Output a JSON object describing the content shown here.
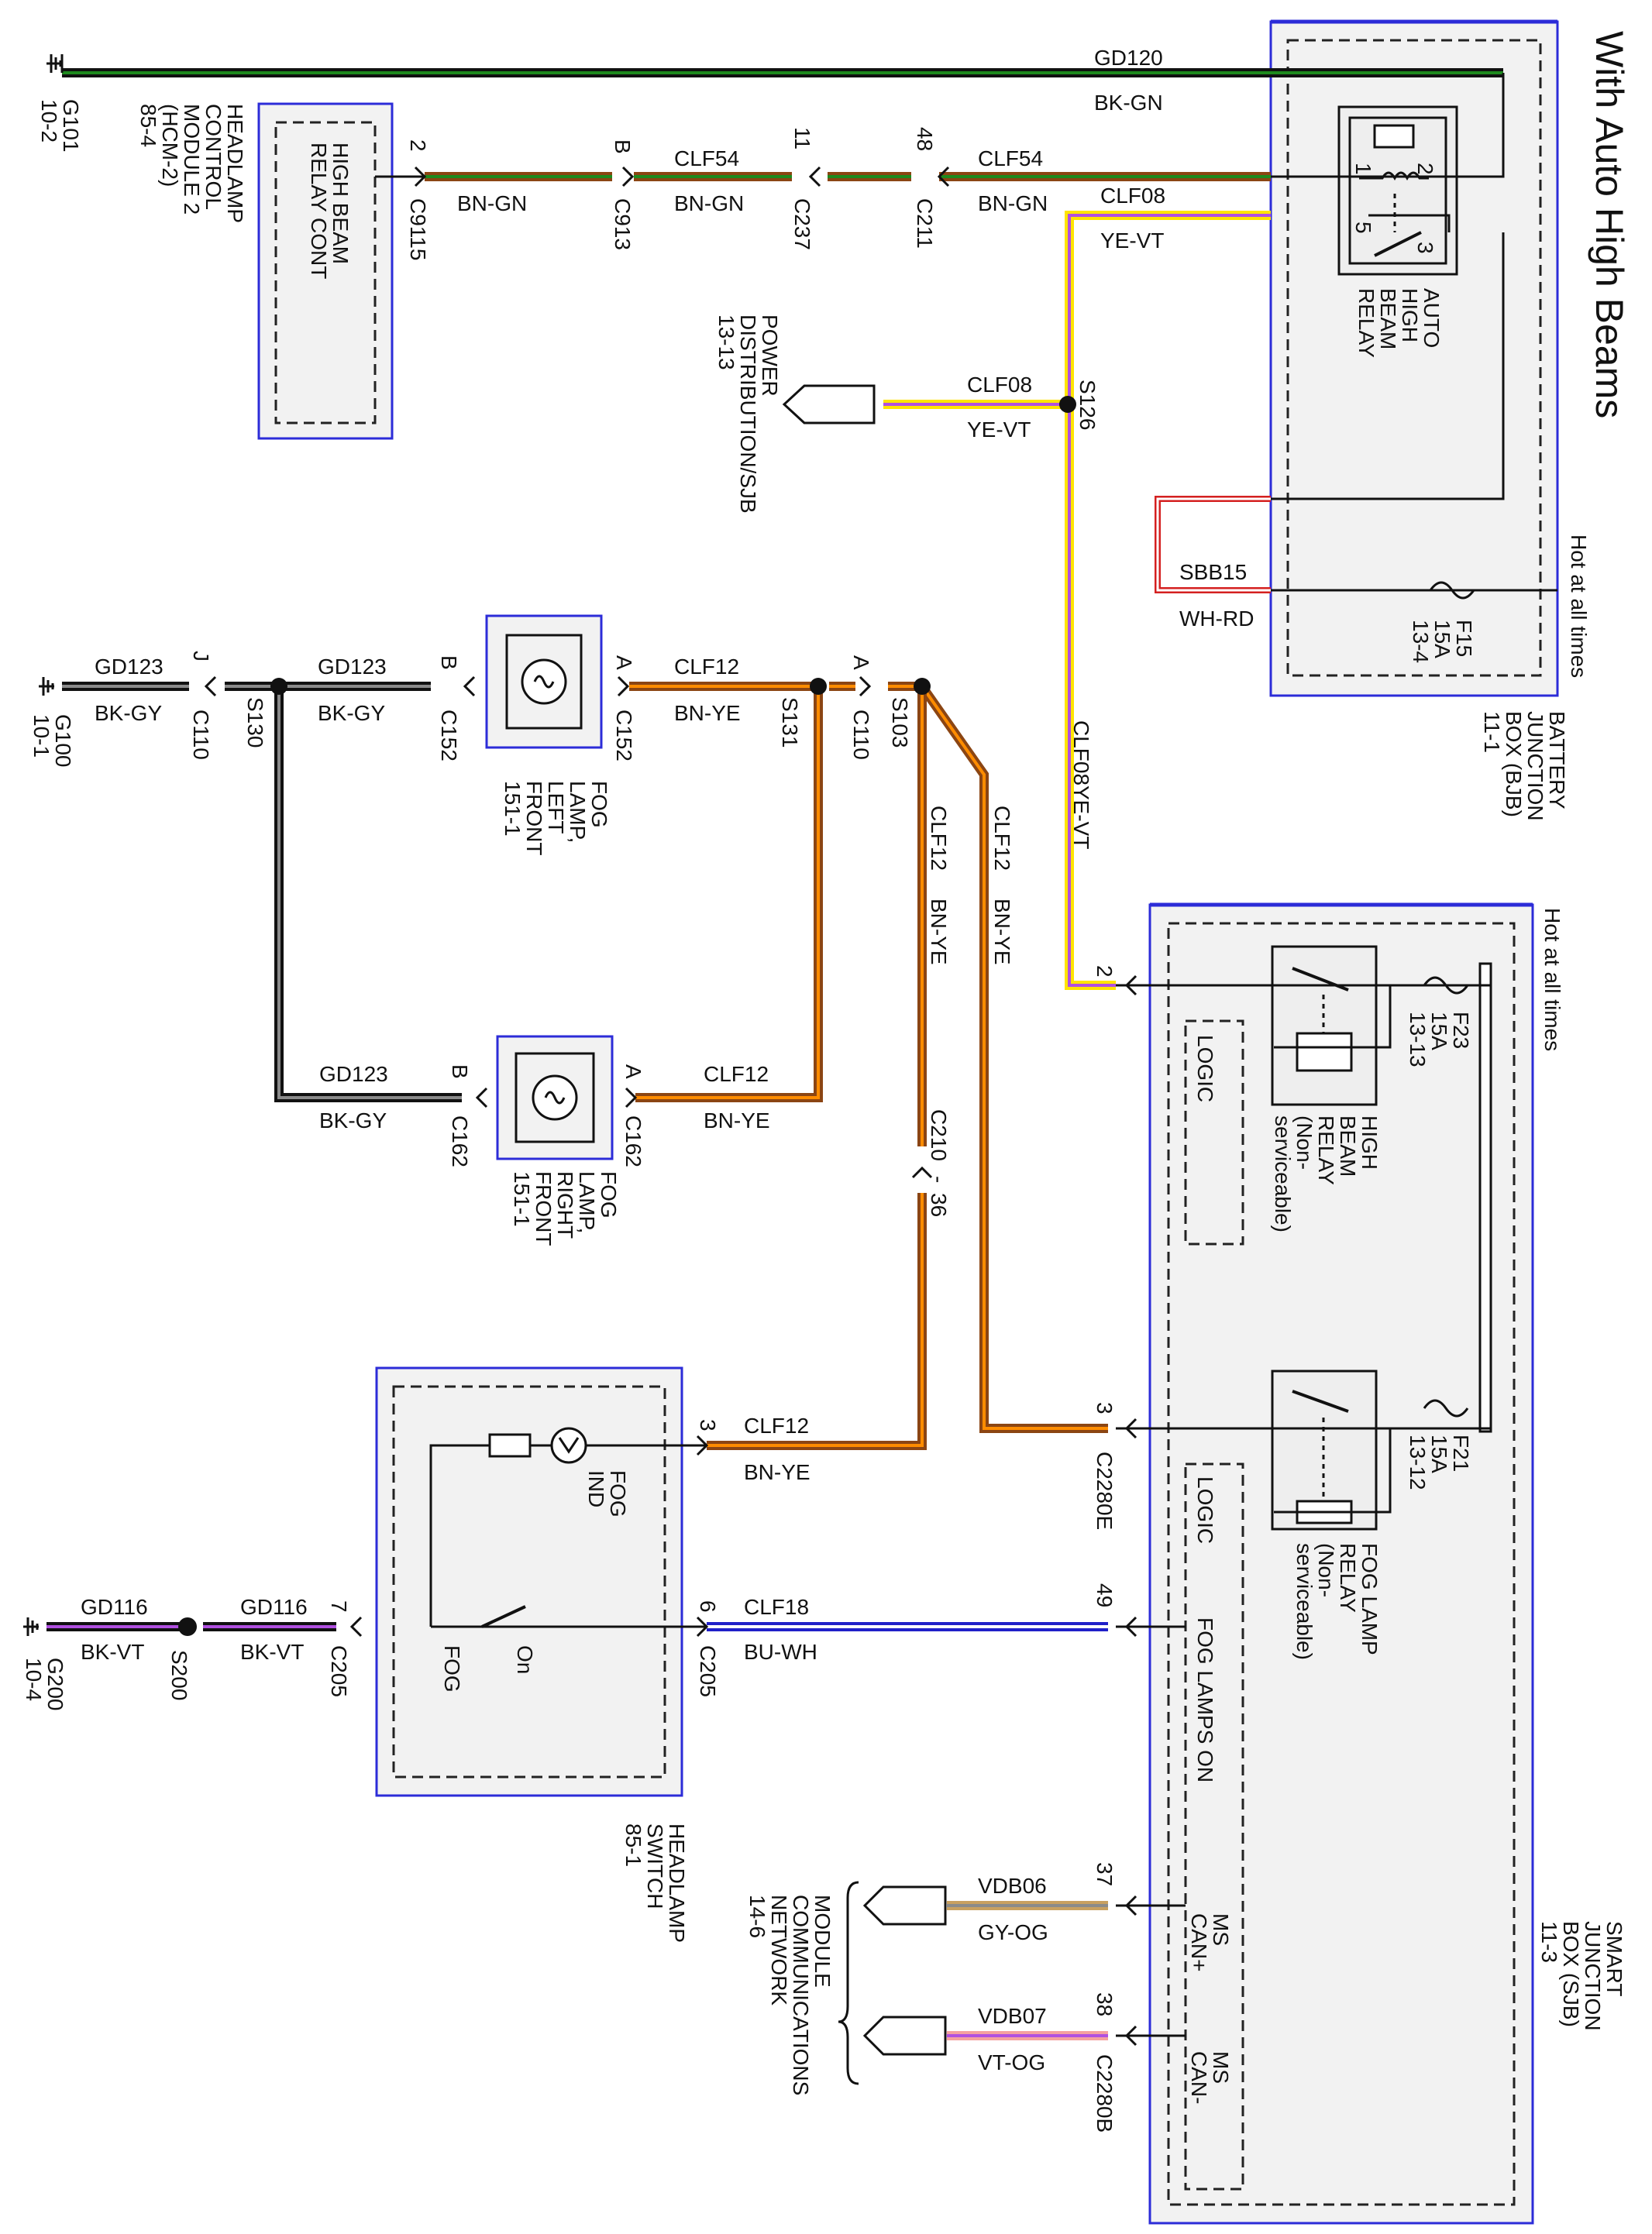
{
  "title": "With Auto High Beams",
  "hot_at_all_times": "Hot at all times",
  "grounds": {
    "g101": [
      "G101",
      "10-2"
    ],
    "g100": [
      "G100",
      "10-1"
    ],
    "g200": [
      "G200",
      "10-4"
    ]
  },
  "modules": {
    "hcm2": [
      "HEADLAMP",
      "CONTROL",
      "MODULE 2",
      "(HCM-2)",
      "85-4"
    ],
    "hcm2_inner": [
      "HIGH BEAM",
      "RELAY CONT"
    ],
    "bjb": [
      "BATTERY",
      "JUNCTION",
      "BOX (BJB)",
      "11-1"
    ],
    "sjb": [
      "SMART",
      "JUNCTION",
      "BOX (SJB)",
      "11-3"
    ],
    "power_dist": [
      "POWER",
      "DISTRIBUTION/SJB",
      "13-13"
    ],
    "headlamp_switch": [
      "HEADLAMP",
      "SWITCH",
      "85-1"
    ],
    "mcn": [
      "MODULE",
      "COMMUNICATIONS",
      "NETWORK",
      "14-6"
    ],
    "fog_left": [
      "FOG",
      "LAMP,",
      "LEFT",
      "FRONT",
      "151-1"
    ],
    "fog_right": [
      "FOG",
      "LAMP,",
      "RIGHT",
      "FRONT",
      "151-1"
    ],
    "auto_relay": [
      "AUTO",
      "HIGH",
      "BEAM",
      "RELAY"
    ],
    "hb_relay": [
      "HIGH",
      "BEAM",
      "RELAY",
      "(Non-",
      "serviceable)"
    ],
    "fog_relay": [
      "FOG LAMP",
      "RELAY",
      "(Non-",
      "serviceable)"
    ]
  },
  "fuses": {
    "f15": [
      "F15",
      "15A",
      "13-4"
    ],
    "f23": [
      "F23",
      "15A",
      "13-13"
    ],
    "f21": [
      "F21",
      "15A",
      "13-12"
    ]
  },
  "logic": "LOGIC",
  "fog_lamps_on": "FOG LAMPS ON",
  "ms_can_plus": [
    "MS",
    "CAN+"
  ],
  "ms_can_minus": [
    "MS",
    "CAN-"
  ],
  "switch_labels": {
    "fog_ind": [
      "FOG",
      "IND"
    ],
    "fog": "FOG",
    "on": "On"
  },
  "circuits": {
    "gd120": {
      "id": "GD120",
      "color": "BK-GN"
    },
    "clf54": {
      "id": "CLF54",
      "color": "BN-GN"
    },
    "clf08": {
      "id": "CLF08",
      "color": "YE-VT"
    },
    "sbb15": {
      "id": "SBB15",
      "color": "WH-RD"
    },
    "gd123": {
      "id": "GD123",
      "color": "BK-GY"
    },
    "clf12": {
      "id": "CLF12",
      "color": "BN-YE"
    },
    "gd116": {
      "id": "GD116",
      "color": "BK-VT"
    },
    "clf18": {
      "id": "CLF18",
      "color": "BU-WH"
    },
    "vdb06": {
      "id": "VDB06",
      "color": "GY-OG"
    },
    "vdb07": {
      "id": "VDB07",
      "color": "VT-OG"
    }
  },
  "connectors": {
    "c9115": "C9115",
    "pin_2": "2",
    "c913": "C913",
    "pin_b": "B",
    "c237": "C237",
    "pin_11": "11",
    "c211": "C211",
    "pin_48": "48",
    "s126": "S126",
    "s130": "S130",
    "s131": "S131",
    "s103": "S103",
    "s200": "S200",
    "c110": "C110",
    "pin_j": "J",
    "pin_a": "A",
    "c152": "C152",
    "c162": "C162",
    "c210": "C210",
    "c210_pin": "36",
    "dash": "-",
    "c2280e": "C2280E",
    "pin_3": "3",
    "c205": "C205",
    "pin_7": "7",
    "pin_6": "6",
    "pin_49": "49",
    "pin_37": "37",
    "pin_38": "38",
    "c2280b": "C2280B"
  },
  "relay_pins": {
    "p1": "1",
    "p2": "2",
    "p3": "3",
    "p5": "5"
  },
  "wire_colors": {
    "black": "#111111",
    "green": "#1e8a1e",
    "brown": "#8b4513",
    "yellow": "#ffe400",
    "violet": "#b050e0",
    "red": "#d42020",
    "blue": "#2020c8",
    "orange": "#ff8c00",
    "gray": "#8a8a8a",
    "pink": "#f5a0a0",
    "tan": "#c8a060"
  }
}
